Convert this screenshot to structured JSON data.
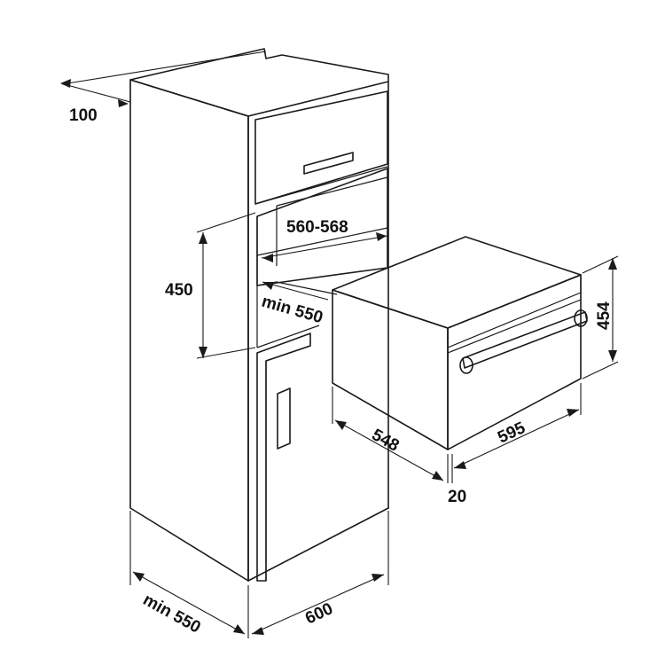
{
  "labels": {
    "top_depth": "100",
    "niche_width": "560-568",
    "niche_height": "450",
    "niche_depth": "min 550",
    "oven_depth": "548",
    "oven_width": "595",
    "oven_height": "454",
    "front_offset": "20",
    "cabinet_depth": "min 550",
    "cabinet_width": "600"
  },
  "colors": {
    "stroke": "#1a1a1a",
    "text": "#111111",
    "background": "#ffffff"
  }
}
